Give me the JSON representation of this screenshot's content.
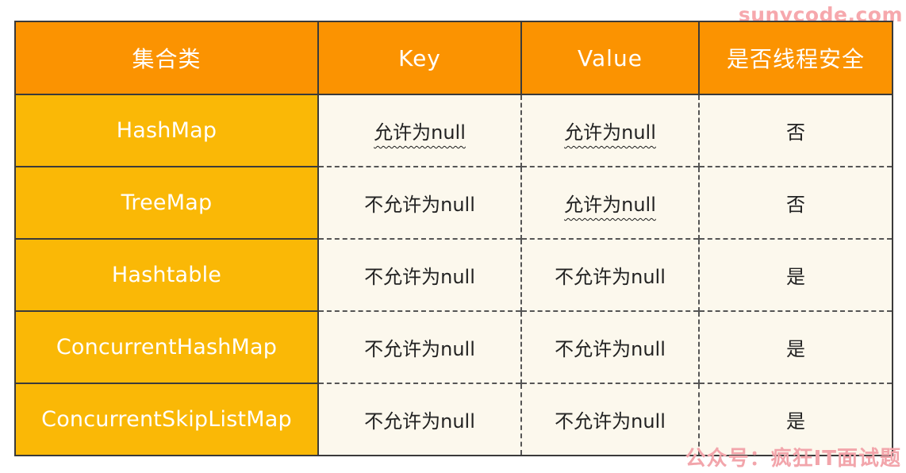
{
  "watermark": {
    "top": "sunycode.com",
    "bottom": "公众号：疯狂IT面试题"
  },
  "table": {
    "headers": [
      "集合类",
      "Key",
      "Value",
      "是否线程安全"
    ],
    "rows": [
      {
        "name": "HashMap",
        "key": "允许为null",
        "value": "允许为null",
        "safe": "否",
        "key_wavy": true,
        "value_wavy": true
      },
      {
        "name": "TreeMap",
        "key": "不允许为null",
        "value": "允许为null",
        "safe": "否",
        "key_wavy": false,
        "value_wavy": true
      },
      {
        "name": "Hashtable",
        "key": "不允许为null",
        "value": "不允许为null",
        "safe": "是",
        "key_wavy": false,
        "value_wavy": false
      },
      {
        "name": "ConcurrentHashMap",
        "key": "不允许为null",
        "value": "不允许为null",
        "safe": "是",
        "key_wavy": false,
        "value_wavy": false
      },
      {
        "name": "ConcurrentSkipListMap",
        "key": "不允许为null",
        "value": "不允许为null",
        "safe": "是",
        "key_wavy": false,
        "value_wavy": false
      }
    ]
  },
  "colors": {
    "header_bg": "#fb9301",
    "name_bg": "#fab806",
    "body_bg": "#fcf8ed",
    "watermark": "#f2a5ab"
  }
}
